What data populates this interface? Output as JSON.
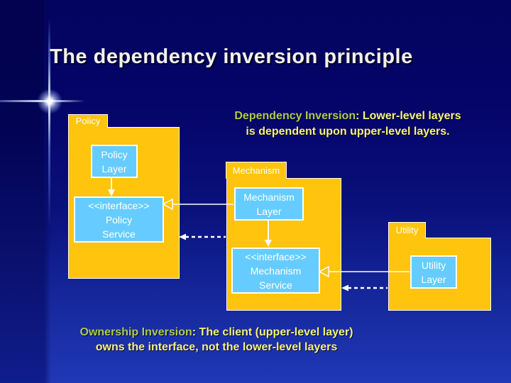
{
  "slide": {
    "title": "The dependency inversion principle"
  },
  "statements": {
    "top": {
      "lead": "Dependency Inversion",
      "rest": ": Lower-level layers",
      "line2": "is dependent upon upper-level layers."
    },
    "bottom": {
      "lead": "Ownership Inversion",
      "rest": ": The client (upper-level layer)",
      "line2": "owns the interface, not the lower-level layers"
    }
  },
  "diagram": {
    "packages": [
      {
        "name": "Policy",
        "nodes": [
          {
            "lines": [
              "Policy",
              "Layer"
            ]
          },
          {
            "lines": [
              "<<interface>>",
              "Policy",
              "Service"
            ]
          }
        ]
      },
      {
        "name": "Mechanism",
        "nodes": [
          {
            "lines": [
              "Mechanism",
              "Layer"
            ]
          },
          {
            "lines": [
              "<<interface>>",
              "Mechanism",
              "Service"
            ]
          }
        ]
      },
      {
        "name": "Utility",
        "nodes": [
          {
            "lines": [
              "Utility",
              "Layer"
            ]
          }
        ]
      }
    ]
  },
  "colors": {
    "background_top": "#030360",
    "background_bottom": "#2038B6",
    "package_fill": "#FFC40D",
    "node_fill": "#66CCFF",
    "border_white": "#FFFFFF",
    "title_text": "#F2F1EC",
    "lead_green": "#AFCA4C",
    "body_yellow": "#F6F37B",
    "connector": "#FFFFFF"
  }
}
